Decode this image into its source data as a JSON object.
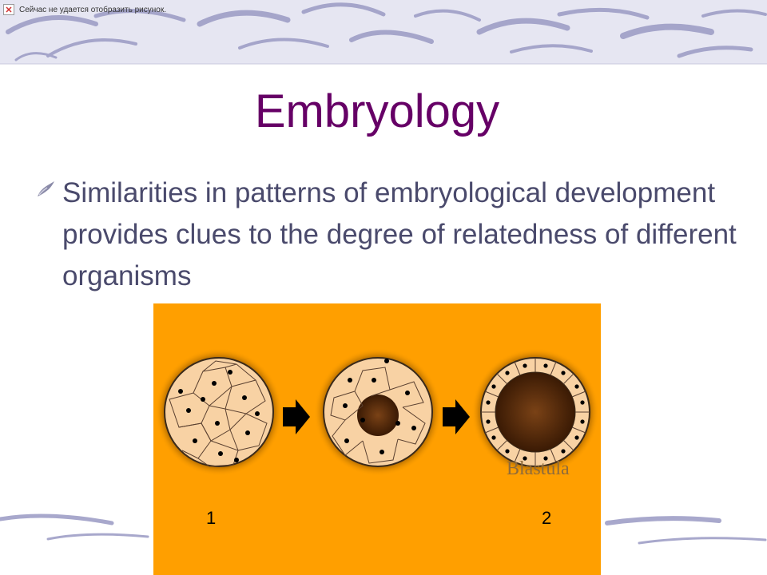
{
  "slide": {
    "broken_image_alt": "Сейчас не удается отобразить рисунок.",
    "title": "Embryology",
    "bullet_text": "Similarities in patterns of embryological development provides clues to the degree of relatedness of different organisms",
    "figure": {
      "stage_1_label": "1",
      "stage_2_label": "2",
      "caption": "Blastula"
    }
  },
  "icons": [
    "broken-image-icon",
    "bullet-brush-icon",
    "arrow-right-icon"
  ],
  "colors": {
    "title": "#660066",
    "body_text": "#4a4a6c",
    "figure_background": "#ff9f00",
    "cell_fill": "#f8d2a4",
    "cavity": "#4a2608",
    "decorative_swash": "#9a9ac4"
  }
}
